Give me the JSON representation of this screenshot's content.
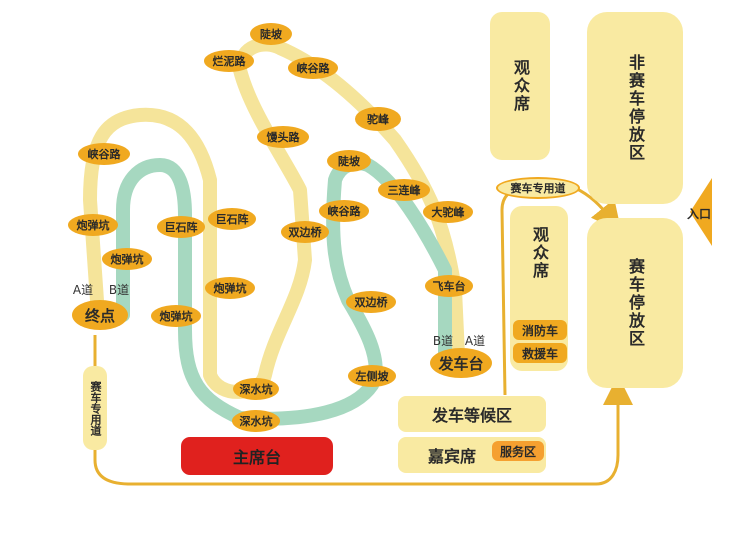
{
  "colors": {
    "yellow_track": "#f5e49a",
    "green_track": "#a6d8c0",
    "node": "#f0a920",
    "block": "#f9eaa2",
    "main_stand": "#e0211e",
    "service": "#f5a030",
    "connector": "#e8b030"
  },
  "nodes": {
    "lupo_top": "陡坡",
    "lanni": "烂泥路",
    "xiagu_top": "峡谷路",
    "tuofeng": "驼峰",
    "mantou": "馒头路",
    "lupo_mid": "陡坡",
    "sanlian": "三连峰",
    "datuofeng": "大驼峰",
    "xiagu_left": "峡谷路",
    "paodan_left": "炮弹坑",
    "paodan_left2": "炮弹坑",
    "jushi1": "巨石阵",
    "jushi2": "巨石阵",
    "shuangbian1": "双边桥",
    "xiagu_mid": "峡谷路",
    "feichetai": "飞车台",
    "paodan_mid": "炮弹坑",
    "paodan_low": "炮弹坑",
    "shuangbian2": "双边桥",
    "zuocepo": "左侧坡",
    "shenshui1": "深水坑",
    "shenshui2": "深水坑",
    "zhongdian": "终点",
    "fachetai": "发车台",
    "road_top": "赛车专用道"
  },
  "track_labels": {
    "a_left": "A道",
    "b_left": "B道",
    "b_right": "B道",
    "a_right": "A道"
  },
  "areas": {
    "audience_top": "观众席",
    "non_race_parking": "非赛车停放区",
    "audience_mid": "观众席",
    "fire_truck": "消防车",
    "ambulance": "救援车",
    "race_parking": "赛车停放区",
    "entrance": "入口",
    "waiting_area": "发车等候区",
    "vip_seats": "嘉宾席",
    "service_area": "服务区",
    "main_stand": "主席台",
    "race_road_vertical": "赛车专用道"
  }
}
